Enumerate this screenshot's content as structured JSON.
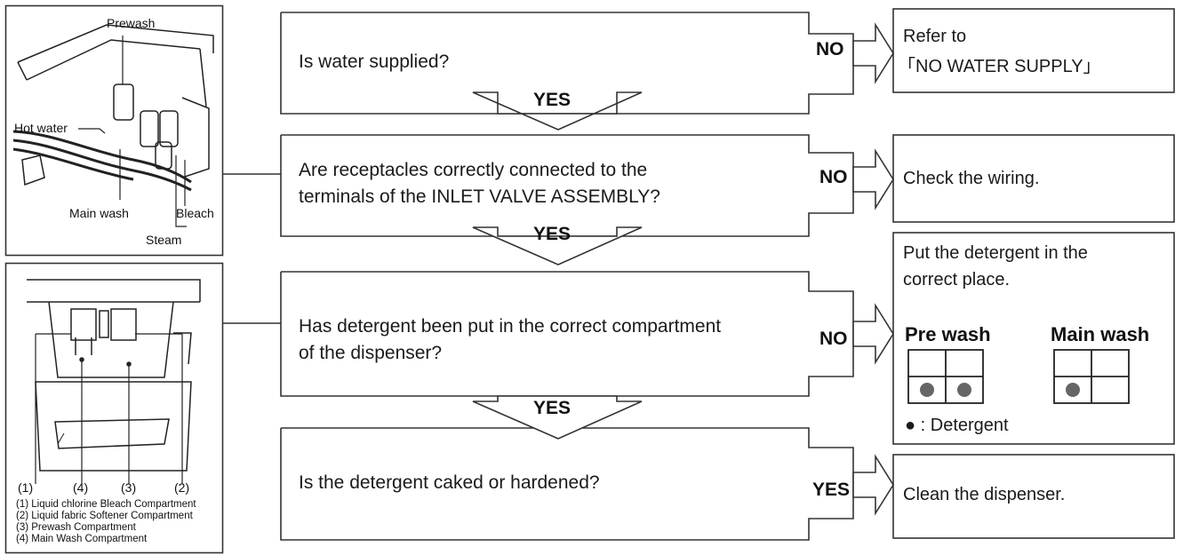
{
  "picture1": {
    "labels": {
      "prewash": "Prewash",
      "hot_water": "Hot water",
      "main_wash": "Main wash",
      "bleach": "Bleach",
      "steam": "Steam"
    }
  },
  "picture2": {
    "callouts": [
      "(1)",
      "(4)",
      "(3)",
      "(2)"
    ],
    "legend": [
      "(1) Liquid chlorine Bleach Compartment",
      "(2) Liquid fabric Softener Compartment",
      "(3) Prewash Compartment",
      "(4) Main Wash Compartment"
    ]
  },
  "flow": {
    "steps": [
      {
        "question": "Is water supplied?",
        "branch": "NO",
        "answer_lines": [
          "Refer to",
          "「NO WATER SUPPLY」"
        ],
        "down": "YES"
      },
      {
        "question_lines": [
          "Are receptacles correctly connected to the",
          "terminals of the INLET VALVE ASSEMBLY?"
        ],
        "branch": "NO",
        "answer": "Check the wiring.",
        "down": "YES"
      },
      {
        "question_lines": [
          "Has detergent been put in the correct compartment",
          "of the dispenser?"
        ],
        "branch": "NO",
        "answer_lines": [
          "Put the detergent in the",
          "correct place."
        ],
        "down": "YES"
      },
      {
        "question": "Is the detergent caked or hardened?",
        "branch": "YES",
        "answer": "Clean the dispenser."
      }
    ],
    "detergent_diagram": {
      "prewash_label": "Pre wash",
      "mainwash_label": "Main wash",
      "legend": "● : Detergent"
    }
  },
  "colors": {
    "line": "#333333",
    "dot": "#666666"
  }
}
